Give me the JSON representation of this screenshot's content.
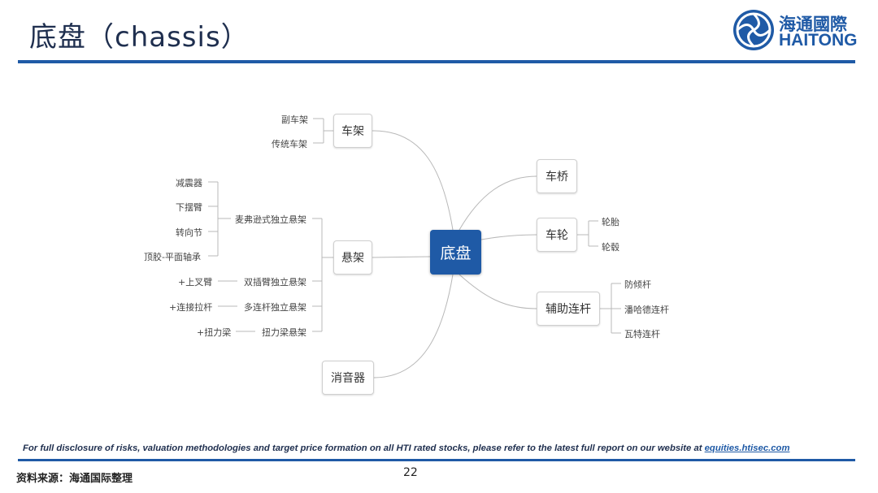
{
  "header": {
    "title": "底盘（chassis）",
    "logo_cn": "海通國際",
    "logo_en": "HAITONG",
    "accent_color": "#1f5aa6"
  },
  "diagram": {
    "root": "底盘",
    "branches": {
      "frame": {
        "label": "车架",
        "children": [
          "副车架",
          "传统车架"
        ]
      },
      "suspension": {
        "label": "悬架",
        "children": [
          {
            "label": "麦弗逊式独立悬架",
            "parts": [
              "减震器",
              "下摆臂",
              "转向节",
              "顶胶-平面轴承"
            ]
          },
          {
            "label": "双插臂独立悬架",
            "extra": "+上叉臂"
          },
          {
            "label": "多连杆独立悬架",
            "extra": "+连接拉杆"
          },
          {
            "label": "扭力梁悬架",
            "extra": "+扭力梁"
          }
        ]
      },
      "muffler": {
        "label": "消音器"
      },
      "axle": {
        "label": "车桥"
      },
      "wheel": {
        "label": "车轮",
        "children": [
          "轮胎",
          "轮毂"
        ]
      },
      "linkage": {
        "label": "辅助连杆",
        "children": [
          "防倾杆",
          "潘哈德连杆",
          "瓦特连杆"
        ]
      }
    }
  },
  "footer": {
    "disclaimer": "For full disclosure of risks, valuation methodologies and target price formation on all HTI rated stocks, please refer to the latest full report on our website at ",
    "link": "equities.htisec.com",
    "source": "资料来源：海通国际整理",
    "page": "22"
  }
}
